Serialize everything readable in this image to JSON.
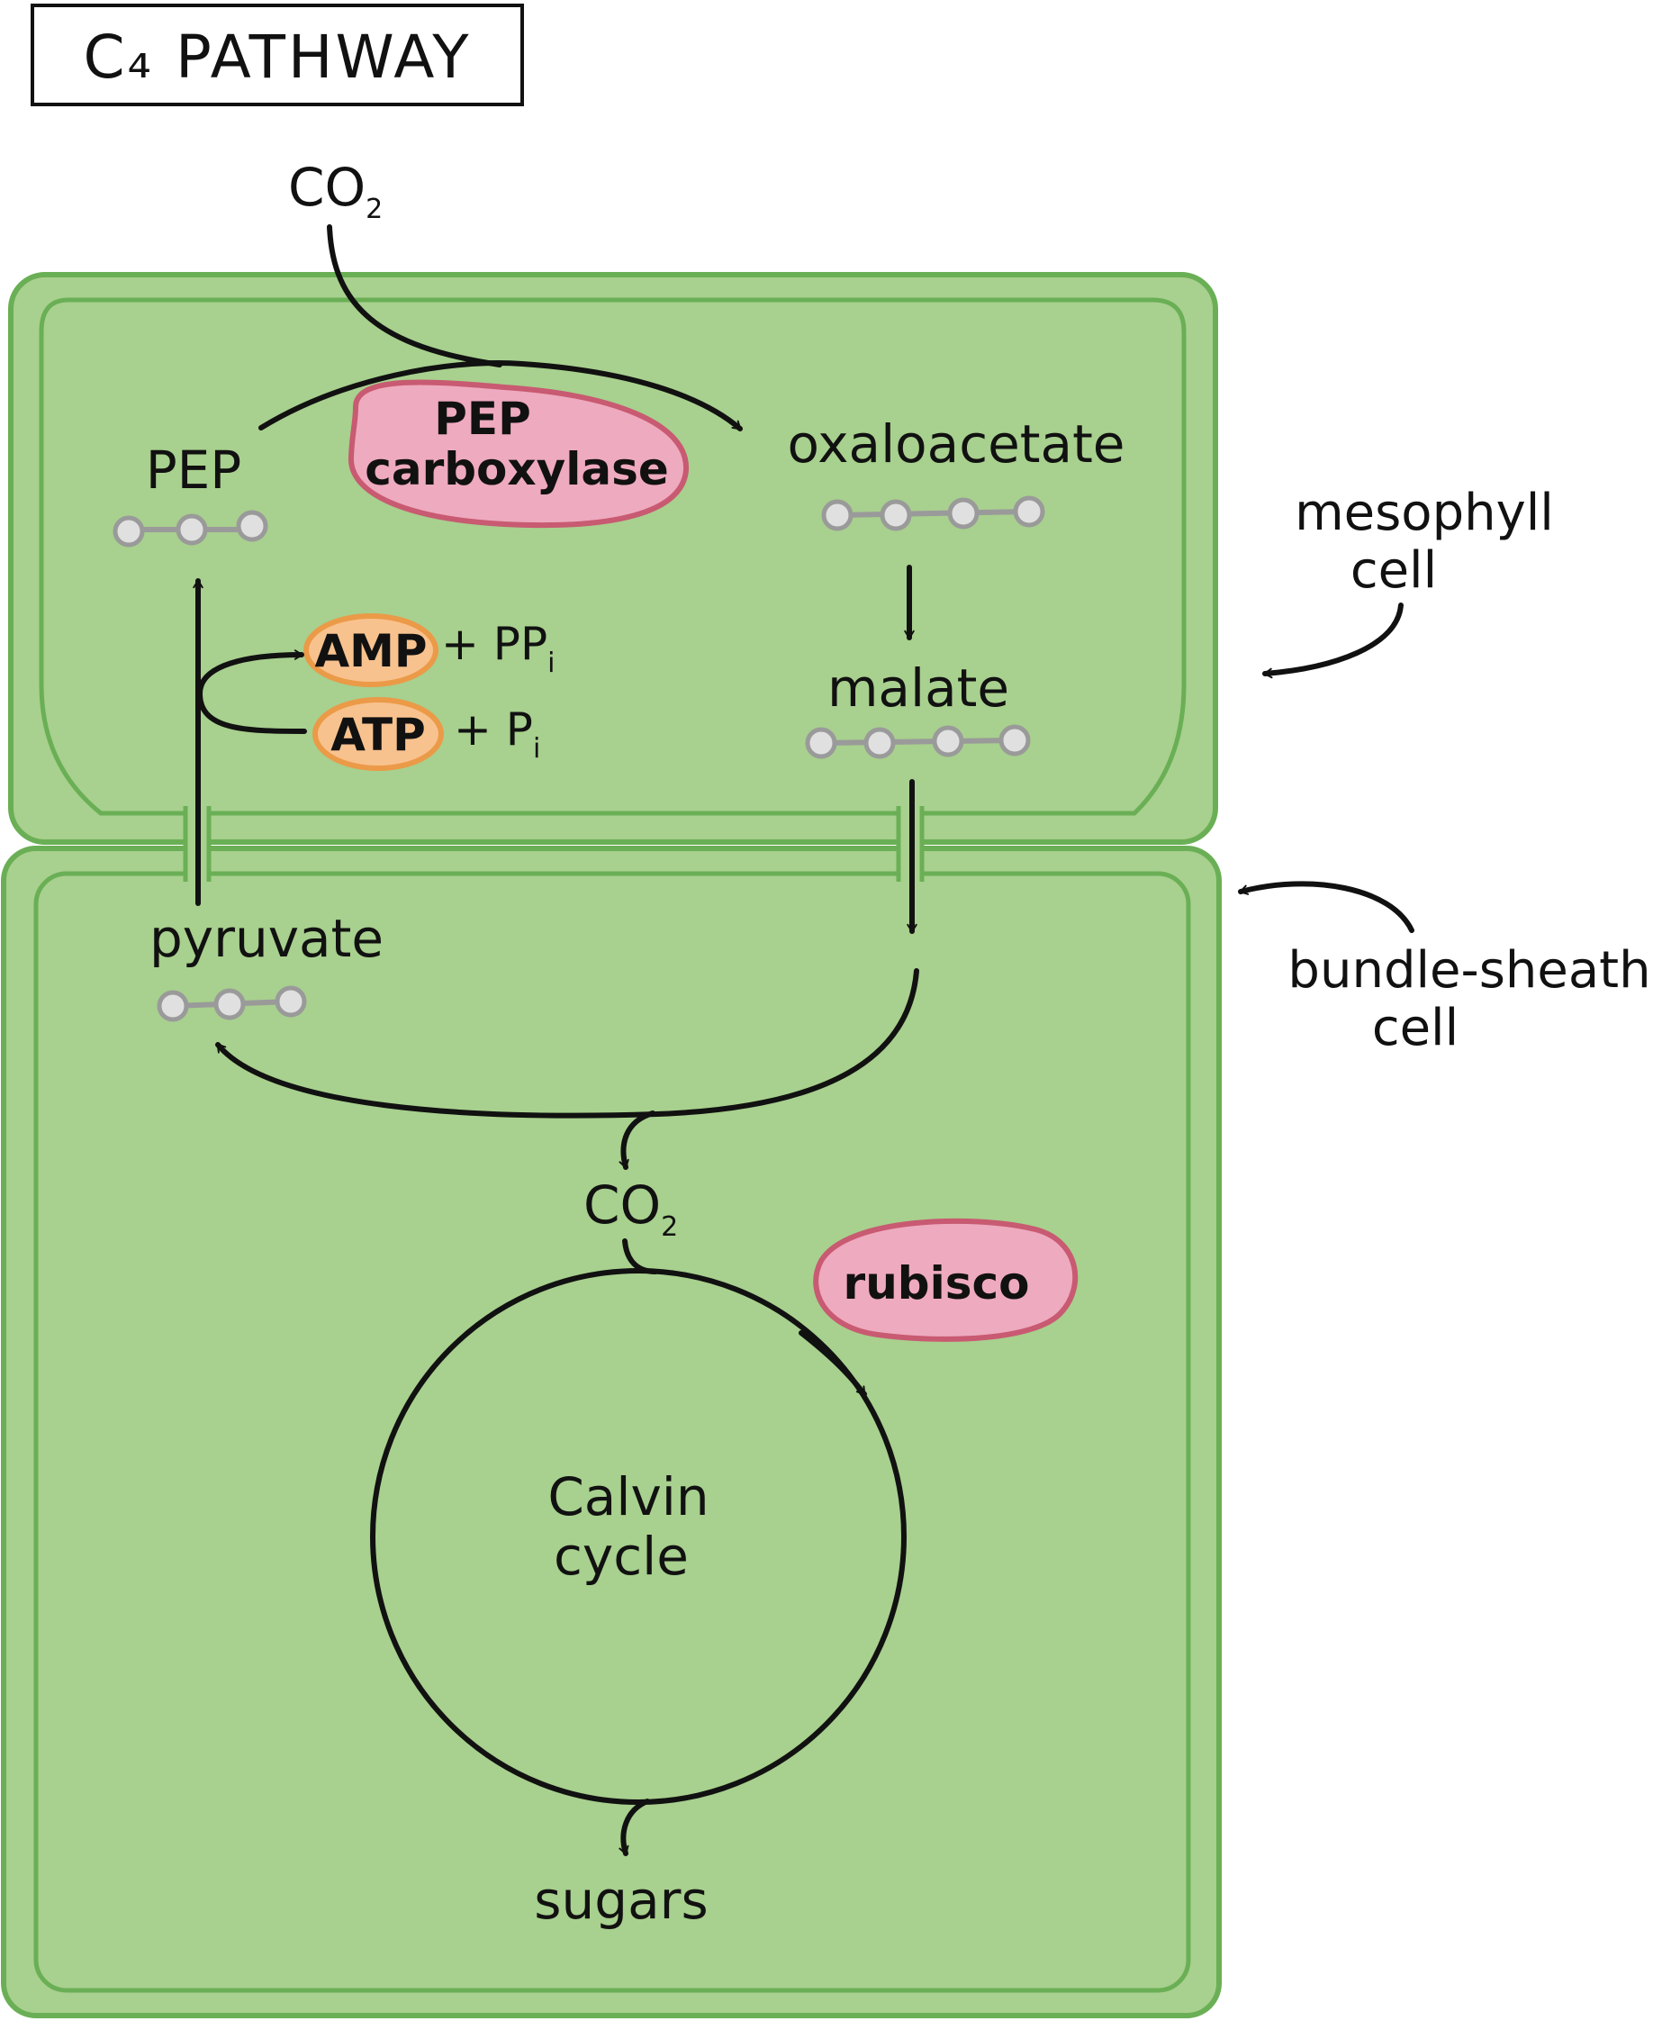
{
  "title": "C₄ PATHWAY",
  "cells": {
    "mesophyll": {
      "label_line1": "mesophyll",
      "label_line2": "cell"
    },
    "bundle_sheath": {
      "label_line1": "bundle-sheath",
      "label_line2": "cell"
    }
  },
  "molecules": {
    "co2_top": {
      "base": "CO",
      "sub": "2"
    },
    "pep": "PEP",
    "oxaloacetate": "oxaloacetate",
    "malate": "malate",
    "pyruvate": "pyruvate",
    "co2_bottom": {
      "base": "CO",
      "sub": "2"
    },
    "sugars": "sugars"
  },
  "enzymes": {
    "pep_carboxylase": {
      "line1": "PEP",
      "line2": "carboxylase"
    },
    "rubisco": "rubisco"
  },
  "energy": {
    "amp": "AMP",
    "amp_byproduct": {
      "base": "+ PP",
      "sub": "i"
    },
    "atp": "ATP",
    "atp_byproduct": {
      "base": "+ P",
      "sub": "i"
    }
  },
  "cycle": {
    "line1": "Calvin",
    "line2": "cycle"
  },
  "colors": {
    "cell_fill": "#a8d08e",
    "cell_stroke": "#6aaf55",
    "enzyme_fill": "#eeaabf",
    "enzyme_stroke": "#c85a72",
    "atp_fill": "#f8c28e",
    "atp_stroke": "#eb9a48",
    "carbon_fill": "#e0e0e0",
    "carbon_stroke": "#9a9a9a"
  }
}
